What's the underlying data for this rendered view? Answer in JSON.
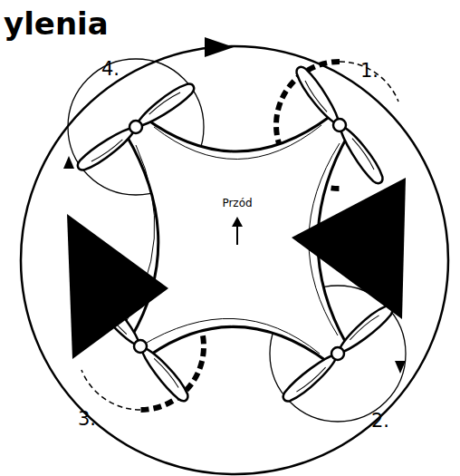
{
  "diagram": {
    "title": "ylenia",
    "labels": [
      "4.",
      "1.",
      "Przód",
      "3.",
      "2."
    ]
  }
}
